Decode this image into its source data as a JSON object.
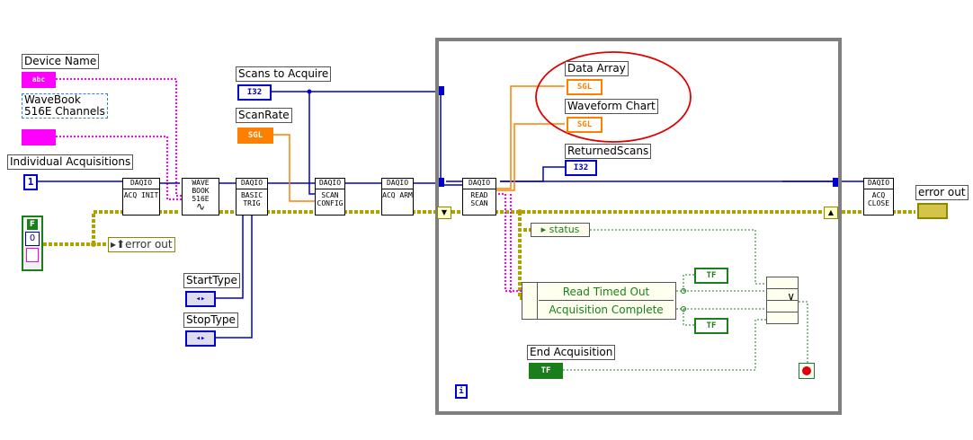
{
  "labels": {
    "device_name": "Device Name",
    "wavebook_line1": "WaveBook",
    "wavebook_line2": "516E Channels",
    "individual_acq": "Individual Acquisitions",
    "scans_to_acquire": "Scans to Acquire",
    "scan_rate": "ScanRate",
    "start_type": "StartType",
    "stop_type": "StopType",
    "data_array": "Data Array",
    "waveform_chart": "Waveform Chart",
    "returned_scans": "ReturnedScans",
    "status": "status",
    "read_timed_out": "Read Timed Out",
    "acq_complete": "Acquisition Complete",
    "end_acquisition": "End Acquisition",
    "error_out_left": "error out",
    "error_out_right": "error out"
  },
  "terminals": {
    "abc": "abc",
    "i32": "I32",
    "sgl": "SGL",
    "tf": "TF",
    "const_one": "1",
    "const_zero": "0",
    "false_const": "F",
    "loop_index": "i"
  },
  "subvis": {
    "daqio": "DAQIO",
    "acq_init": "ACQ INIT",
    "wavebook": "WAVE BOOK 516E",
    "basic_trig": "BASIC TRIG",
    "scan_config": "SCAN CONFIG",
    "acq_arm": "ACQ ARM",
    "read_scan": "READ SCAN",
    "acq_close": "ACQ CLOSE"
  },
  "colors": {
    "string_wire": "#ff00ff",
    "i32_wire": "#0000cc",
    "sgl_wire": "#ff8000",
    "bool_wire": "#1a7f1a",
    "error_wire": "#b0a000",
    "loop_border": "#7f7f7f",
    "highlight_circle": "#e00000"
  }
}
